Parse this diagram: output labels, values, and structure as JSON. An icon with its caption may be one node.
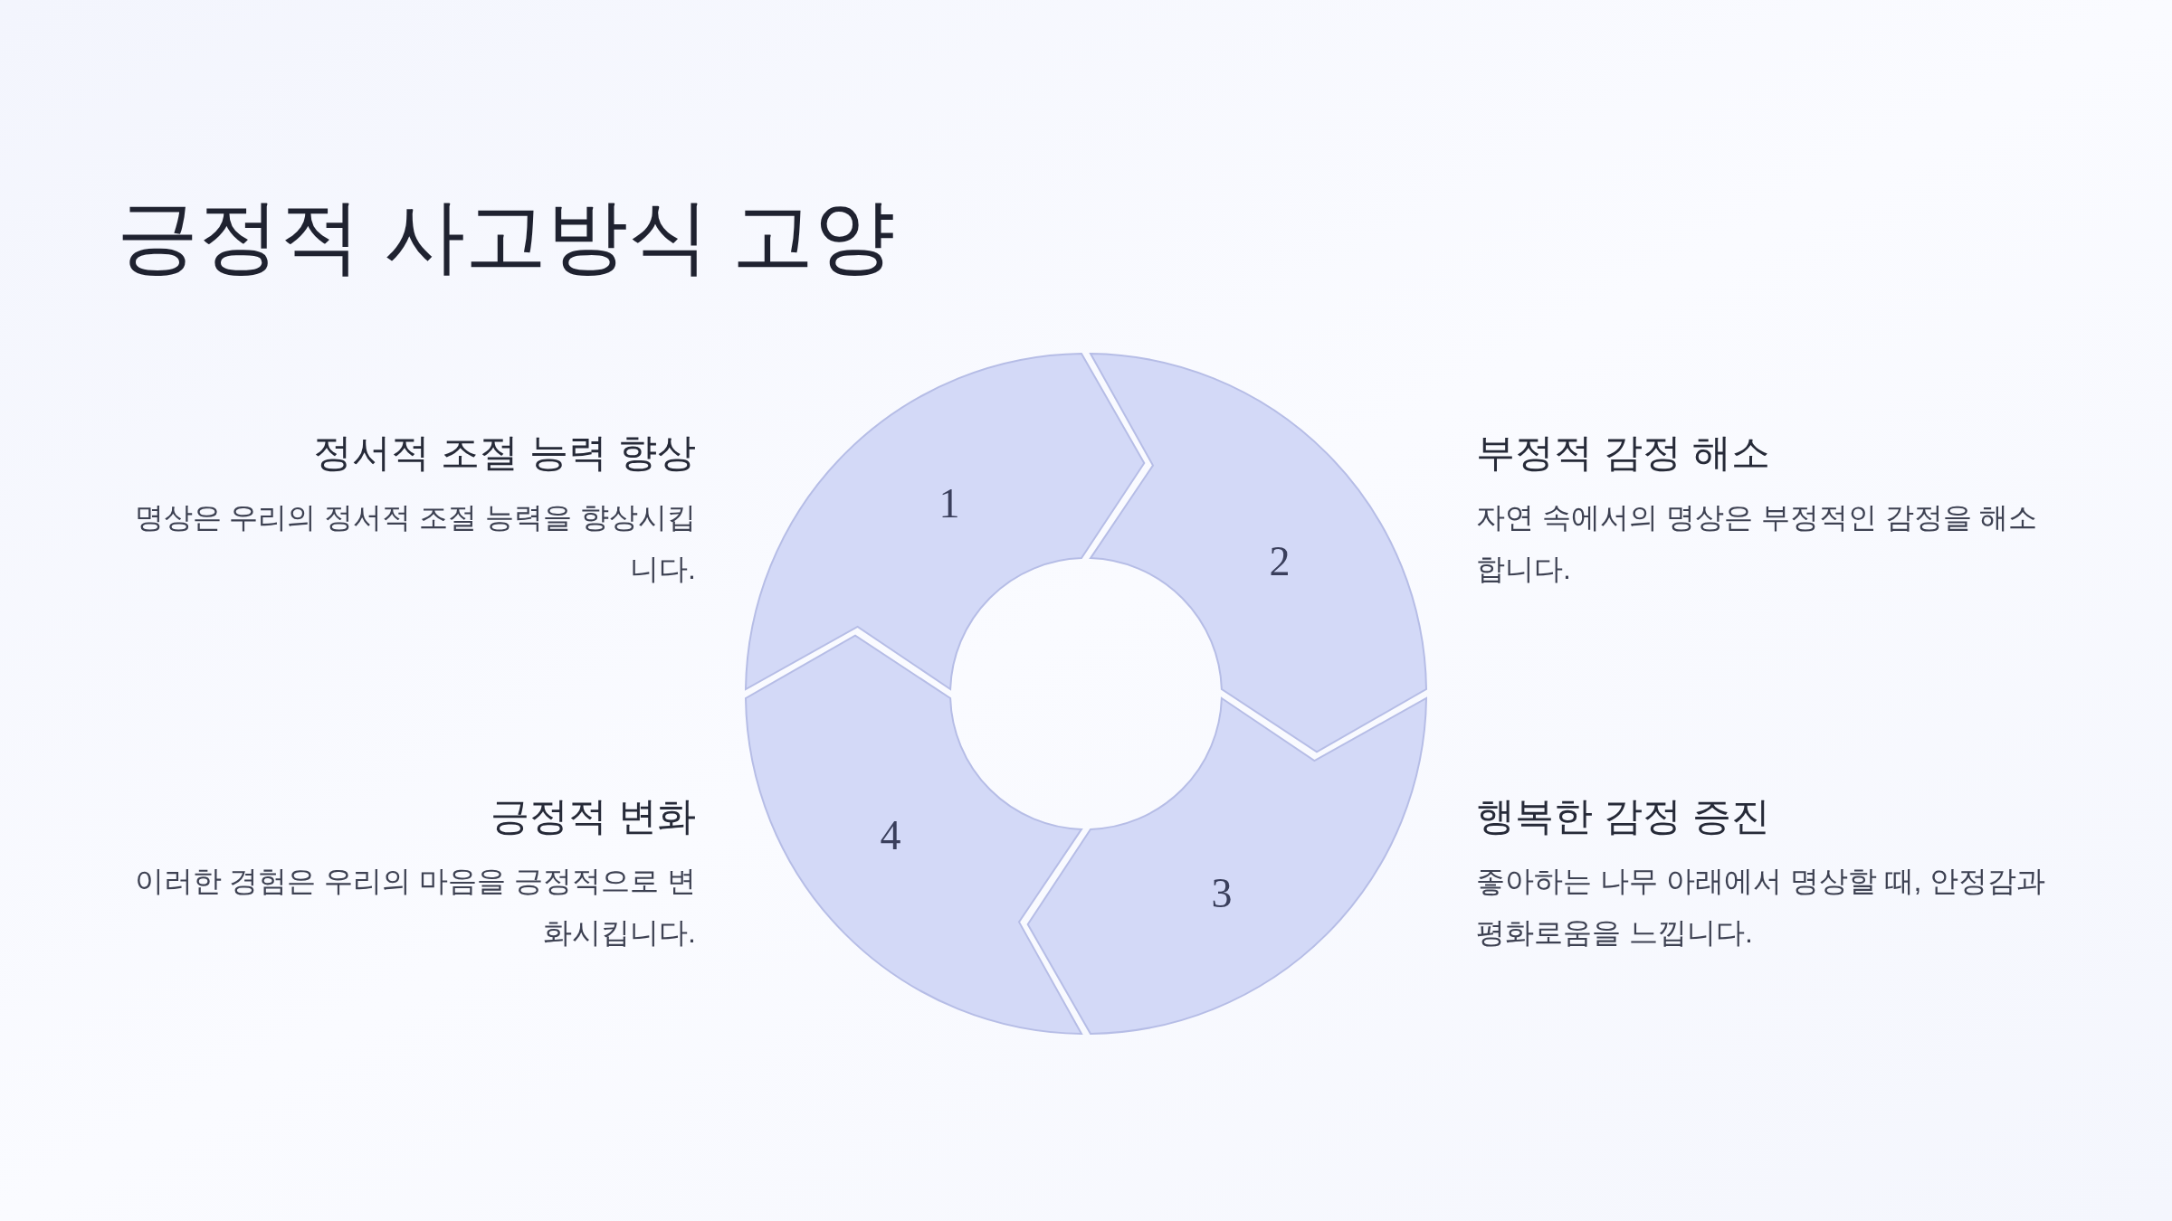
{
  "diagram": {
    "title": "긍정적 사고방식 고양",
    "nodes": [
      {
        "text": [
          "1"
        ],
        "beside": [
          "정서적 조절 능력 향상",
          "명상은 우리의 정서적 조절 능력을 향상시킵니다."
        ]
      },
      {
        "text": [
          "2"
        ],
        "beside": [
          "부정적 감정 해소",
          "자연 속에서의 명상은 부정적인 감정을 해소합니다."
        ]
      },
      {
        "text": [
          "3"
        ],
        "beside": [
          "행복한 감정 증진",
          "좋아하는 나무 아래에서 명상할 때, 안정감과 평화로움을 느낍니다."
        ]
      },
      {
        "text": [
          "4"
        ],
        "beside": [
          "긍정적 변화",
          "이러한 경험은 우리의 마음을 긍정적으로 변화시킵니다."
        ]
      }
    ]
  }
}
